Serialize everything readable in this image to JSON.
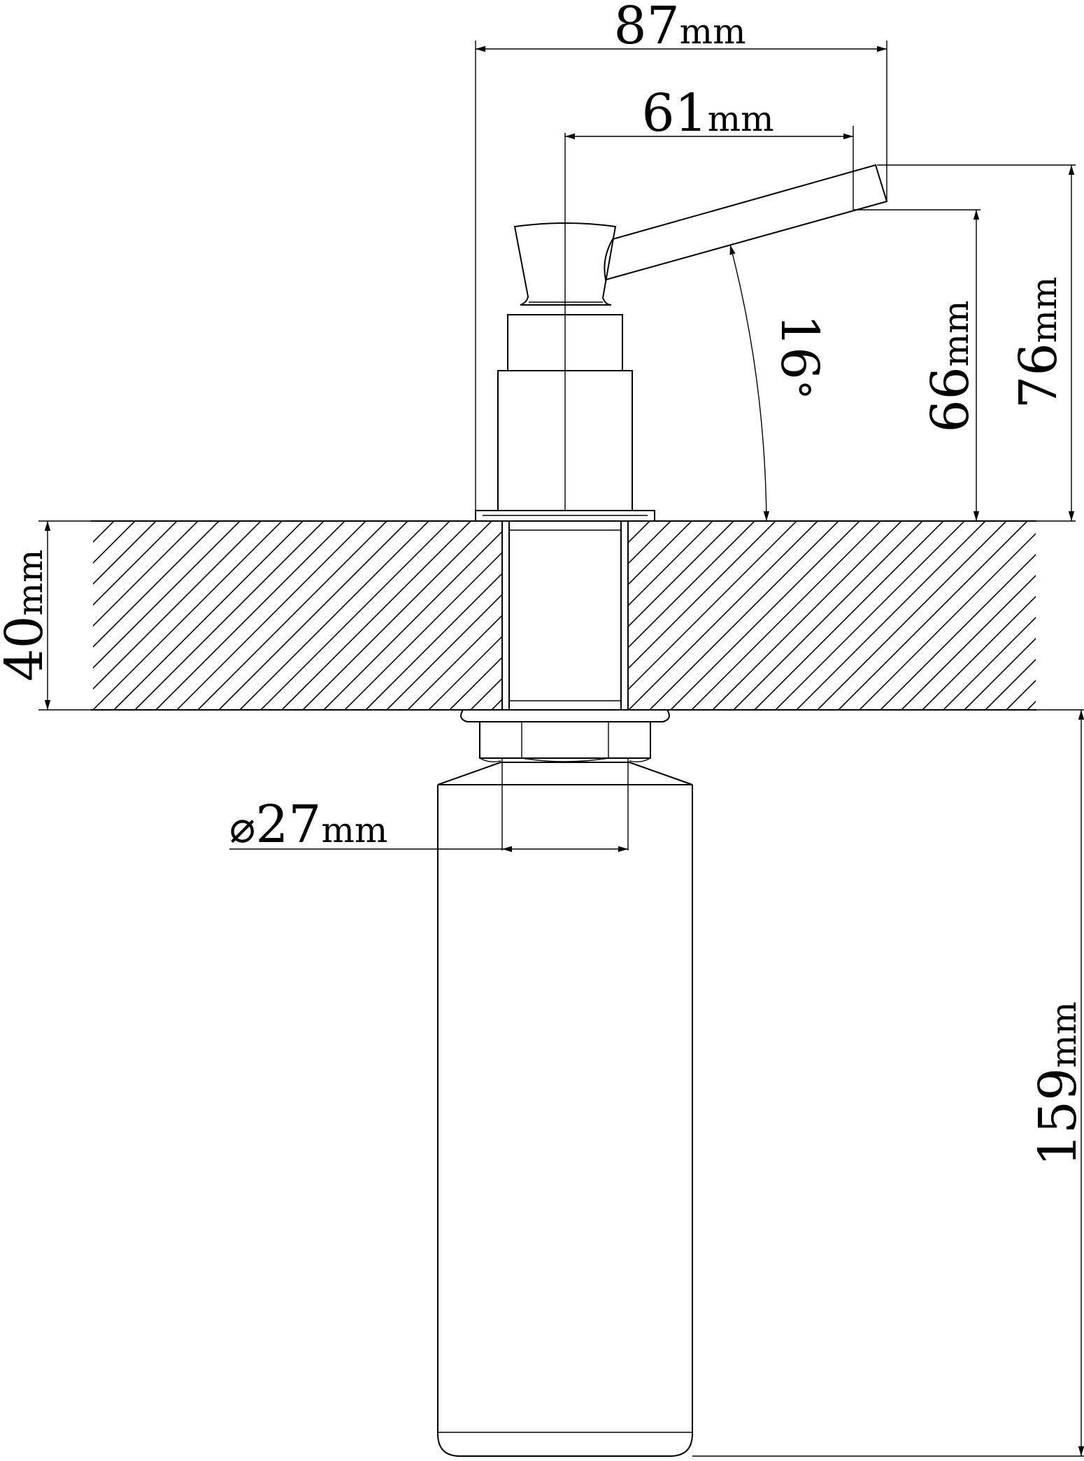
{
  "dimensions": {
    "overall_width": {
      "value": "87",
      "unit": "mm"
    },
    "spout_reach": {
      "value": "61",
      "unit": "mm"
    },
    "spout_outlet_height": {
      "value": "66",
      "unit": "mm"
    },
    "overall_height_above_counter": {
      "value": "76",
      "unit": "mm"
    },
    "counter_thickness": {
      "value": "40",
      "unit": "mm"
    },
    "shank_diameter": {
      "symbol": "⌀",
      "value": "27",
      "unit": "mm"
    },
    "bottle_length": {
      "value": "159",
      "unit": "mm"
    },
    "spout_angle": {
      "value": "16",
      "unit": "°"
    }
  },
  "colors": {
    "line": "#000000",
    "background": "#ffffff"
  }
}
